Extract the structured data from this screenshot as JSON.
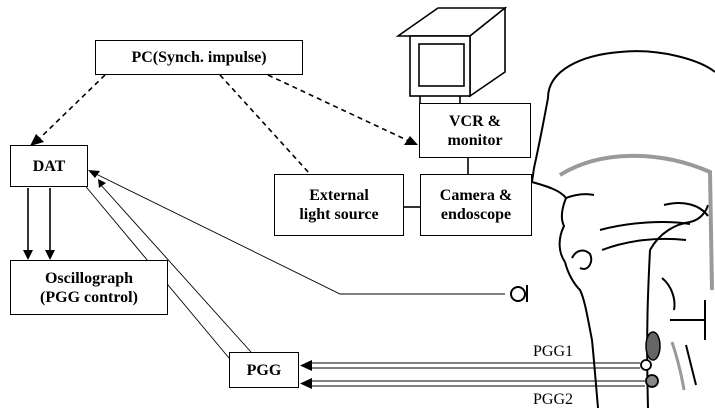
{
  "nodes": {
    "pc": "PC(Synch. impulse)",
    "dat": "DAT",
    "vcr": "VCR &\nmonitor",
    "light": "External\nlight source",
    "camera": "Camera &\nendoscope",
    "oscillograph": "Oscillograph\n(PGG control)",
    "pgg": "PGG"
  },
  "labels": {
    "pgg1": "PGG1",
    "pgg2": "PGG2"
  },
  "icons": [
    "monitor-icon",
    "microphone-icon",
    "head-profile-icon"
  ]
}
